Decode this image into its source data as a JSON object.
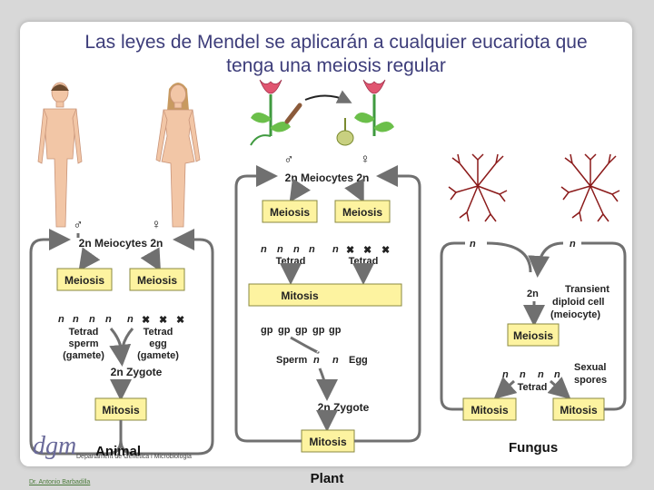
{
  "slide": {
    "title_line1": "Las leyes de Mendel se aplicarán a cualquier eucariota que",
    "title_line2": "tenga una meiosis regular"
  },
  "animal": {
    "label": "Animal",
    "male": "♂",
    "female": "♀",
    "meiocytes": "2n Meiocytes 2n",
    "meiosis": "Meiosis",
    "n": "n",
    "tetrad": "Tetrad",
    "sperm": "sperm",
    "egg": "egg",
    "gamete": "(gamete)",
    "zygote": "2n Zygote",
    "mitosis": "Mitosis"
  },
  "plant": {
    "label": "Plant",
    "male": "♂",
    "female": "♀",
    "meiocytes": "2n Meiocytes 2n",
    "meiosis": "Meiosis",
    "n": "n",
    "tetrad": "Tetrad",
    "mitosis": "Mitosis",
    "gp": "gp",
    "sperm": "Sperm",
    "egg": "Egg",
    "zygote": "2n Zygote"
  },
  "fungus": {
    "label": "Fungus",
    "n": "n",
    "transient_line1": "Transient",
    "transient_line2": "diploid cell",
    "transient_line3": "(meiocyte)",
    "two_n": "2n",
    "meiosis": "Meiosis",
    "tetrad": "Tetrad",
    "sexual_line1": "Sexual",
    "sexual_line2": "spores",
    "mitosis": "Mitosis"
  },
  "footer": {
    "logo": "dgm",
    "department": "Departament de Genètica i Microbiologia",
    "author": "Dr. Antonio Barbadilla"
  },
  "colors": {
    "box_fill": "#fdf3a0",
    "arrow": "#707070",
    "title": "#3d3d7a",
    "fungus": "#8b1a1a",
    "flower": "#e05570"
  }
}
